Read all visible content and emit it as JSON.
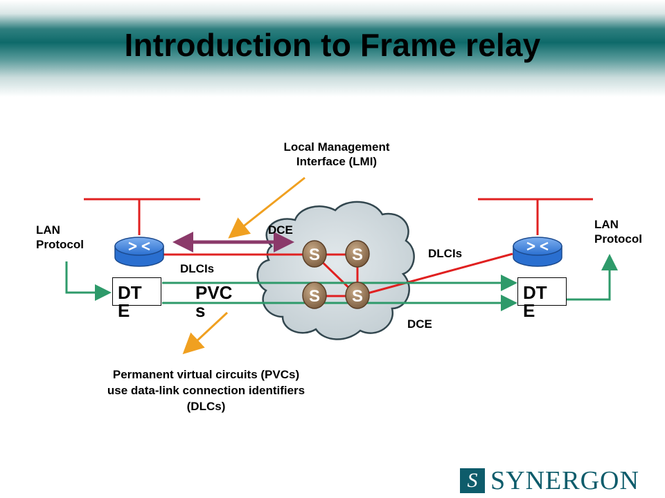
{
  "title": "Introduction to Frame relay",
  "labels": {
    "lmi_line1": "Local Management",
    "lmi_line2": "Interface (LMI)",
    "lan_left_line1": "LAN",
    "lan_left_line2": "Protocol",
    "lan_right_line1": "LAN",
    "lan_right_line2": "Protocol",
    "dce_top": "DCE",
    "dce_bottom": "DCE",
    "dlcis_left": "DLCIs",
    "dlcis_right": "DLCIs",
    "dte_left": "DTE",
    "dte_right": "DTE",
    "pvcs": "PVCs",
    "pvc_line1": "Permanent virtual circuits (PVCs)",
    "pvc_line2": "use data-link connection identifiers",
    "pvc_line3": "(DLCs)",
    "switch_letter": "S"
  },
  "logo": {
    "mark": "S",
    "text": "SYNERGON"
  },
  "colors": {
    "header_teal": "#0e6a6a",
    "red_link": "#e02020",
    "green_link": "#2e9a6a",
    "lmi_arrow": "#8b3a6a",
    "pointer_arrow": "#f0a020",
    "router_blue": "#2a6fd0",
    "cloud_gray": "#cfd8dc",
    "switch_brown": "#9a7a5a",
    "logo_teal": "#0e5c6b"
  },
  "icons": [
    "router-icon",
    "frame-relay-cloud-icon",
    "switch-icon",
    "synergon-logo-icon"
  ]
}
